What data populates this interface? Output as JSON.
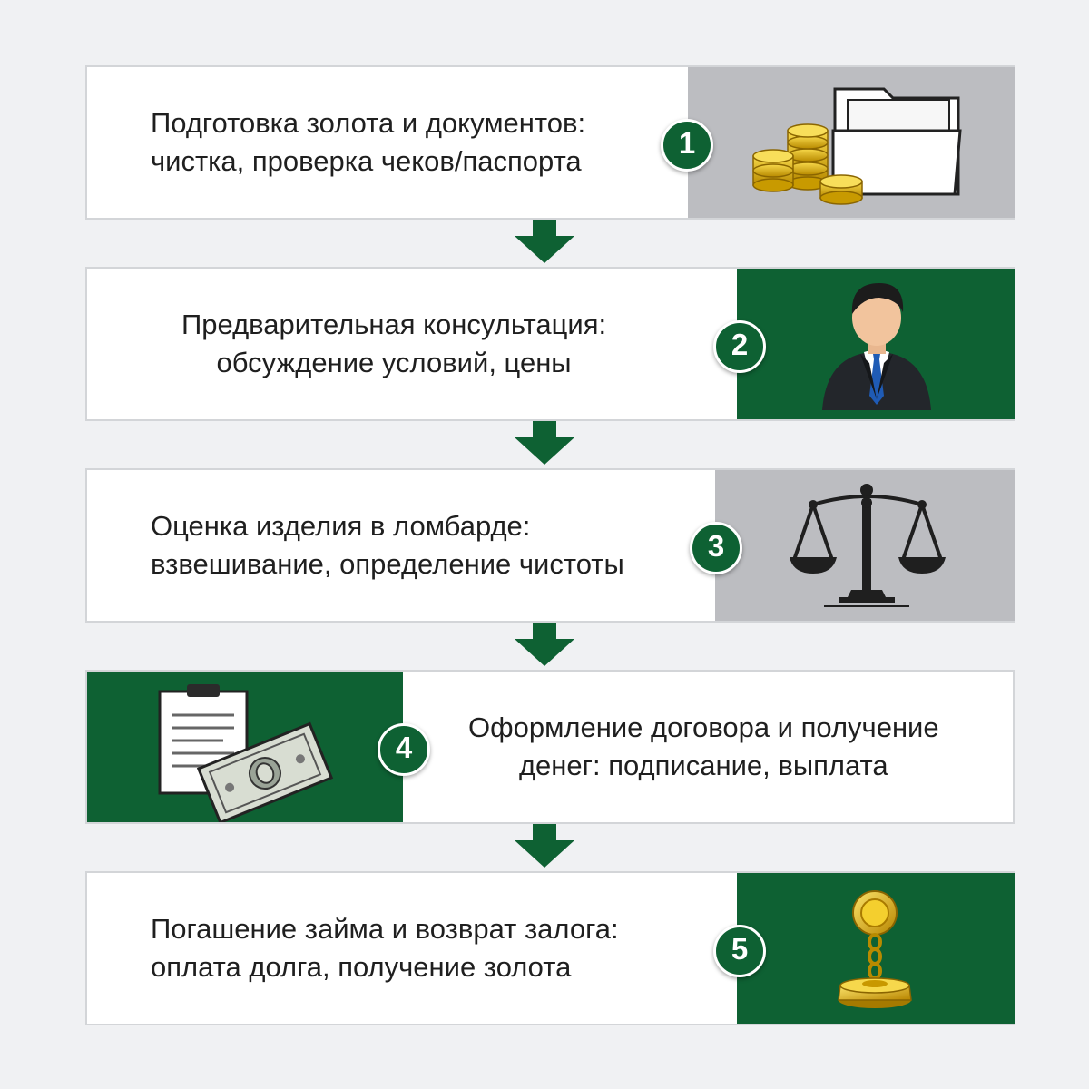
{
  "steps": [
    {
      "number": "1",
      "line1": "Подготовка золота и документов:",
      "line2": "чистка, проверка чеков/паспорта",
      "panel_color": "#bcbdc1",
      "icon": "gold-coins-folder-icon"
    },
    {
      "number": "2",
      "line1": "Предварительная консультация:",
      "line2": "обсуждение условий, цены",
      "panel_color": "#0e6133",
      "icon": "consultant-businessman-icon"
    },
    {
      "number": "3",
      "line1": "Оценка изделия в ломбарде:",
      "line2": "взвешивание, определение чистоты",
      "panel_color": "#bcbdc1",
      "icon": "balance-scales-icon"
    },
    {
      "number": "4",
      "line1": "Оформление договора и получение",
      "line2": "денег: подписание, выплата",
      "panel_color": "#0e6133",
      "icon": "contract-money-icon"
    },
    {
      "number": "5",
      "line1": "Погашение займа и возврат залога:",
      "line2": "оплата долга, получение золота",
      "panel_color": "#0e6133",
      "icon": "gold-pendant-icon"
    }
  ],
  "colors": {
    "accent_green": "#0e6133",
    "panel_gray": "#bcbdc1",
    "gold": "#e6b800",
    "background": "#f0f1f3"
  }
}
